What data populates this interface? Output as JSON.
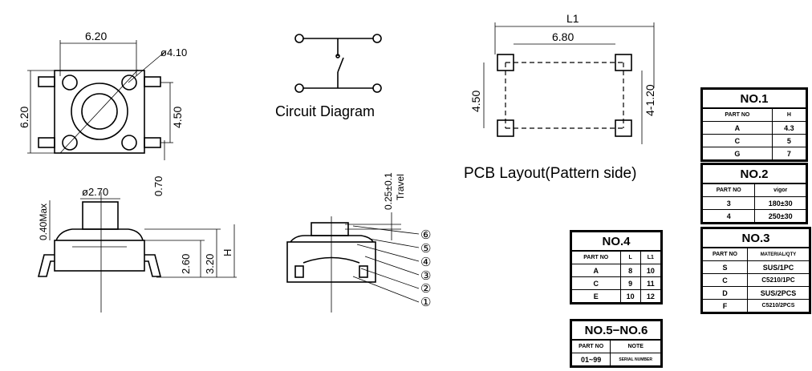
{
  "dimensions": {
    "top_width": "6.20",
    "top_height": "6.20",
    "actuator_dia": "ø4.10",
    "pin_pitch": "4.50",
    "pin_offset": "0.70",
    "max_protrusion": "0.40Max",
    "stem_dia": "ø2.70",
    "body_height": "2.60",
    "total_body": "3.20",
    "height_label": "H",
    "travel": "0.25±0.1",
    "travel_label": "Travel"
  },
  "circuit": {
    "title": "Circuit Diagram"
  },
  "pcb": {
    "title": "PCB Layout(Pattern side)",
    "l1": "L1",
    "pitch_x": "6.80",
    "pitch_y": "4.50",
    "holes": "4-1.20"
  },
  "callouts": [
    "⑥",
    "⑤",
    "④",
    "③",
    "②",
    "①"
  ],
  "tables": {
    "no1": {
      "title": "NO.1",
      "headers": [
        "PART NO",
        "H"
      ],
      "rows": [
        [
          "A",
          "4.3"
        ],
        [
          "C",
          "5"
        ],
        [
          "G",
          "7"
        ]
      ]
    },
    "no2": {
      "title": "NO.2",
      "headers": [
        "PART NO",
        "vigor"
      ],
      "rows": [
        [
          "3",
          "180±30"
        ],
        [
          "4",
          "250±30"
        ]
      ]
    },
    "no3": {
      "title": "NO.3",
      "headers": [
        "PART NO",
        "MATERIAL/QTY"
      ],
      "rows": [
        [
          "S",
          "SUS/1PC"
        ],
        [
          "C",
          "C5210/1PC"
        ],
        [
          "D",
          "SUS/2PCS"
        ],
        [
          "F",
          "C5210/2PCS"
        ]
      ]
    },
    "no4": {
      "title": "NO.4",
      "headers": [
        "PART NO",
        "L",
        "L1"
      ],
      "rows": [
        [
          "A",
          "8",
          "10"
        ],
        [
          "C",
          "9",
          "11"
        ],
        [
          "E",
          "10",
          "12"
        ]
      ]
    },
    "no56": {
      "title": "NO.5−NO.6",
      "headers": [
        "PART NO",
        "NOTE"
      ],
      "rows": [
        [
          "01~99",
          "SERIAL NUMBER"
        ]
      ]
    }
  }
}
